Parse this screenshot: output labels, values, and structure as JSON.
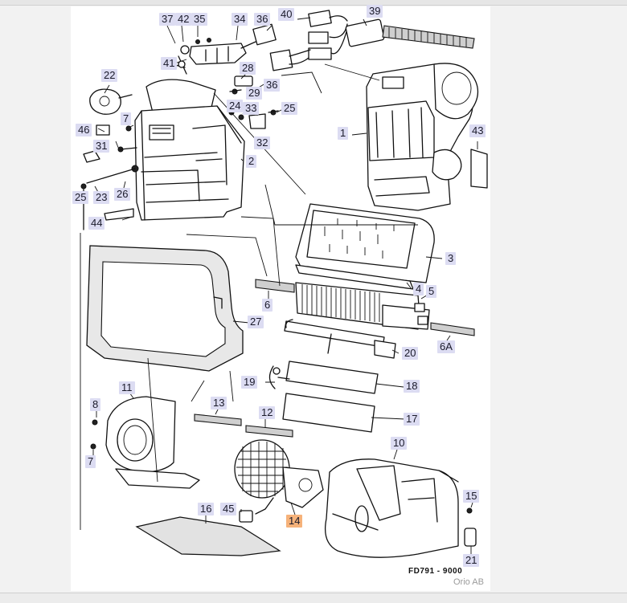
{
  "diagram": {
    "drawing_code": "FD791 - 9000",
    "copyright": "Orio AB",
    "highlight_color": "#f6b27a",
    "callout_color": "#dcdcf2"
  },
  "callouts": [
    {
      "id": "37",
      "label": "37"
    },
    {
      "id": "42",
      "label": "42"
    },
    {
      "id": "35",
      "label": "35"
    },
    {
      "id": "34",
      "label": "34"
    },
    {
      "id": "36a",
      "label": "36"
    },
    {
      "id": "40",
      "label": "40"
    },
    {
      "id": "39",
      "label": "39"
    },
    {
      "id": "41",
      "label": "41"
    },
    {
      "id": "28",
      "label": "28"
    },
    {
      "id": "36b",
      "label": "36"
    },
    {
      "id": "22",
      "label": "22"
    },
    {
      "id": "29",
      "label": "29"
    },
    {
      "id": "24",
      "label": "24"
    },
    {
      "id": "33",
      "label": "33"
    },
    {
      "id": "25a",
      "label": "25"
    },
    {
      "id": "7a",
      "label": "7"
    },
    {
      "id": "46",
      "label": "46"
    },
    {
      "id": "32",
      "label": "32"
    },
    {
      "id": "1",
      "label": "1"
    },
    {
      "id": "43",
      "label": "43"
    },
    {
      "id": "31",
      "label": "31"
    },
    {
      "id": "2",
      "label": "2"
    },
    {
      "id": "26",
      "label": "26"
    },
    {
      "id": "25b",
      "label": "25"
    },
    {
      "id": "23",
      "label": "23"
    },
    {
      "id": "44",
      "label": "44"
    },
    {
      "id": "3",
      "label": "3"
    },
    {
      "id": "4",
      "label": "4"
    },
    {
      "id": "5",
      "label": "5"
    },
    {
      "id": "6",
      "label": "6"
    },
    {
      "id": "27",
      "label": "27"
    },
    {
      "id": "6A",
      "label": "6A"
    },
    {
      "id": "20",
      "label": "20"
    },
    {
      "id": "19",
      "label": "19"
    },
    {
      "id": "18",
      "label": "18"
    },
    {
      "id": "11",
      "label": "11"
    },
    {
      "id": "8",
      "label": "8"
    },
    {
      "id": "13",
      "label": "13"
    },
    {
      "id": "12",
      "label": "12"
    },
    {
      "id": "17",
      "label": "17"
    },
    {
      "id": "10",
      "label": "10"
    },
    {
      "id": "7b",
      "label": "7"
    },
    {
      "id": "15",
      "label": "15"
    },
    {
      "id": "16",
      "label": "16"
    },
    {
      "id": "45",
      "label": "45"
    },
    {
      "id": "14",
      "label": "14",
      "highlighted": true
    },
    {
      "id": "21",
      "label": "21"
    }
  ]
}
